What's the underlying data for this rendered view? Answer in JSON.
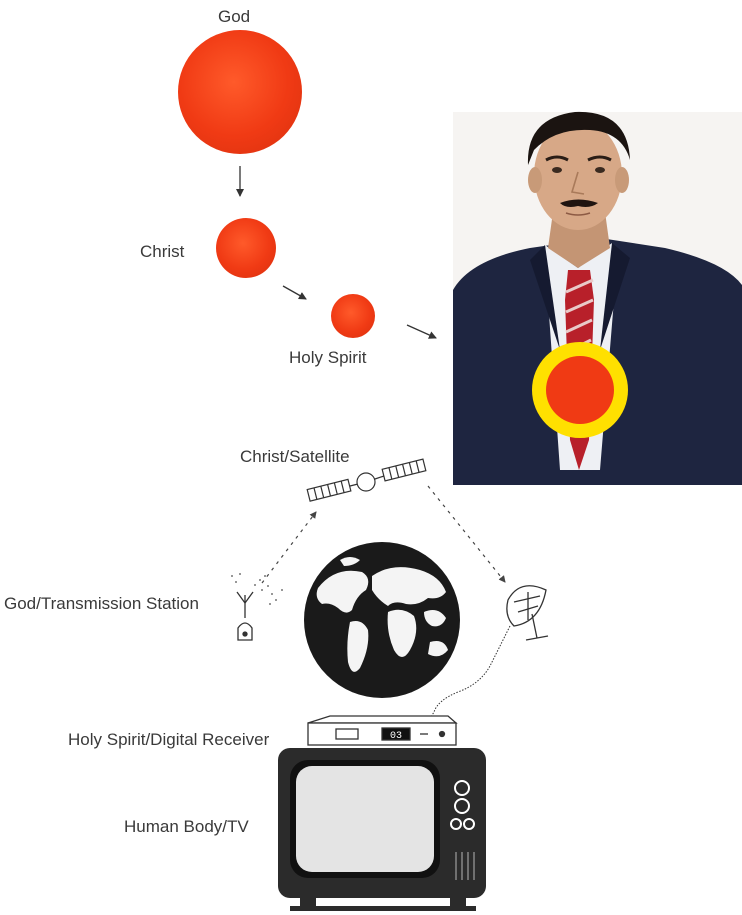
{
  "labels": {
    "god": "God",
    "christ": "Christ",
    "holy_spirit": "Holy Spirit",
    "christ_satellite": "Christ/Satellite",
    "god_transmission": "God/Transmission Station",
    "holy_spirit_receiver": "Holy Spirit/Digital Receiver",
    "human_body_tv": "Human Body/TV"
  },
  "receiver_display": "03",
  "colors": {
    "orb_red": "#f03a14",
    "halo_yellow": "#ffe000",
    "suit_navy": "#1e2540",
    "tie_red": "#b8202a",
    "tv_body": "#2b2b2b",
    "tv_screen": "#e4e4e4",
    "globe_dark": "#1a1a1a"
  },
  "icons": [
    "satellite-icon",
    "antenna-tower-icon",
    "globe-icon",
    "dish-icon",
    "receiver-icon",
    "tv-icon"
  ]
}
